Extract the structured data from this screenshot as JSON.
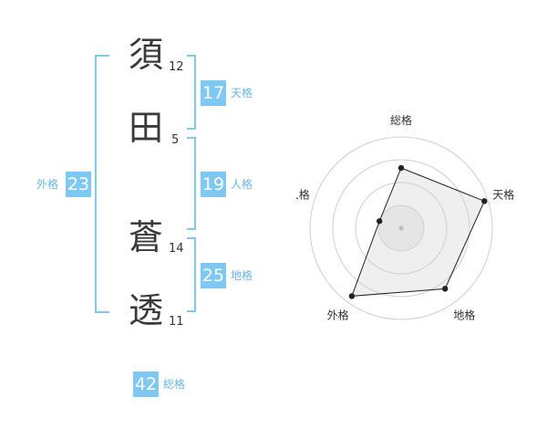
{
  "name": {
    "chars": [
      {
        "char": "須",
        "strokes": "12"
      },
      {
        "char": "田",
        "strokes": "5"
      },
      {
        "char": "蒼",
        "strokes": "14"
      },
      {
        "char": "透",
        "strokes": "11"
      }
    ]
  },
  "fortunes": {
    "tenkaku": {
      "value": "17",
      "label": "天格"
    },
    "jinkaku": {
      "value": "19",
      "label": "人格"
    },
    "chikaku": {
      "value": "25",
      "label": "地格"
    },
    "gaikaku": {
      "value": "23",
      "label": "外格"
    },
    "soukaku": {
      "value": "42",
      "label": "総格"
    }
  },
  "colors": {
    "accent": "#7fc8f2",
    "accent_text": "#6ab7e6"
  },
  "chart_data": {
    "type": "radar",
    "axes": [
      "総格",
      "天格",
      "地格",
      "外格",
      "人格"
    ],
    "values": [
      0.66,
      0.96,
      0.82,
      0.92,
      0.25
    ],
    "range": [
      0,
      1
    ],
    "rings": 4,
    "grid": true
  }
}
